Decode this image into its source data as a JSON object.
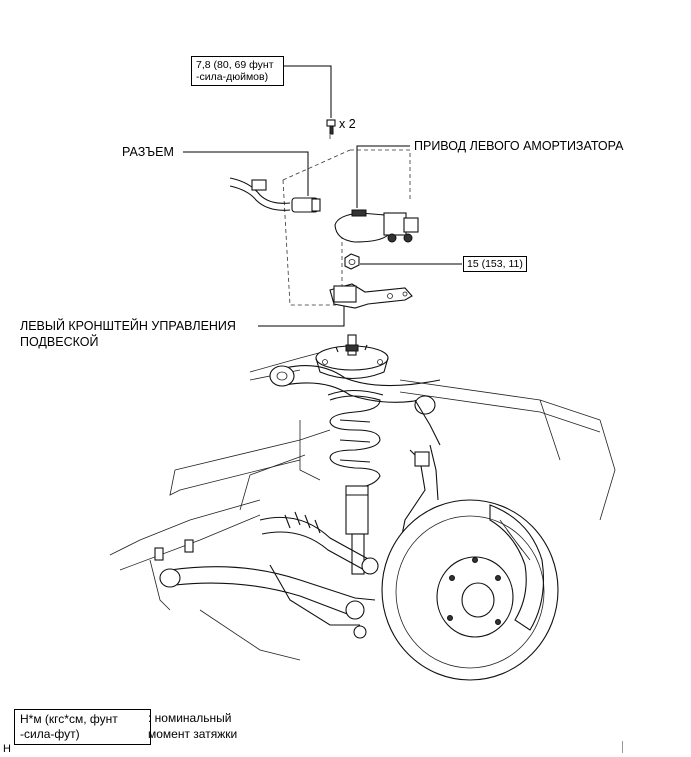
{
  "labels": {
    "torque_top_line1": "7,8 (80, 69 фунт",
    "torque_top_line2": "-сила-дюймов)",
    "quantity": "x 2",
    "connector": "РАЗЪЕМ",
    "actuator": "ПРИВОД ЛЕВОГО АМОРТИЗАТОРА",
    "torque_nut": "15 (153, 11)",
    "bracket_line1": "ЛЕВЫЙ КРОНШТЕЙН УПРАВЛЕНИЯ",
    "bracket_line2": "ПОДВЕСКОЙ"
  },
  "legend": {
    "box_line1": "Н*м (кгс*см, фунт",
    "box_line2": "-сила-фут)",
    "desc_line1": ": номинальный",
    "desc_line2": "момент затяжки"
  },
  "footer": {
    "corner_mark": "H"
  }
}
